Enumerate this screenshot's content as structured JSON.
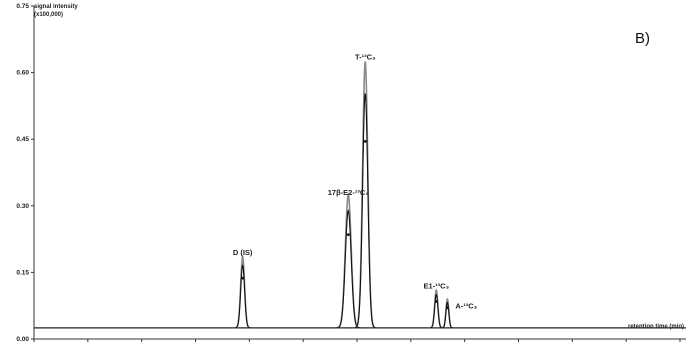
{
  "chart_data": {
    "type": "line",
    "panel_label": "B)",
    "ylabel_lines": [
      "signal intensity",
      "(x100,000)"
    ],
    "xlabel": "retention time (min)",
    "ylim": [
      0,
      0.75
    ],
    "yticks": [
      "0.00",
      "0.15",
      "0.30",
      "0.45",
      "0.60",
      "0.75"
    ],
    "xticks": [
      "",
      "",
      "",
      "",
      "",
      "",
      "",
      "",
      "",
      "",
      "",
      "",
      ""
    ],
    "grid": false,
    "baseline": 0.025,
    "peaks": [
      {
        "label": "D (IS)",
        "position": 0.32,
        "height": 0.16,
        "width": 0.003
      },
      {
        "label": "17β-E2-¹³C₃",
        "position": 0.482,
        "height": 0.3,
        "width": 0.0045
      },
      {
        "label": "T-¹³C₃",
        "position": 0.508,
        "height": 0.6,
        "width": 0.004
      },
      {
        "label": "E1-¹³C₃",
        "position": 0.617,
        "height": 0.085,
        "width": 0.0025
      },
      {
        "label": "A-¹³C₃",
        "position": 0.634,
        "height": 0.065,
        "width": 0.0022
      }
    ],
    "peak_label_values": [
      0.18,
      0.315,
      0.62,
      0.105,
      0.06
    ]
  }
}
